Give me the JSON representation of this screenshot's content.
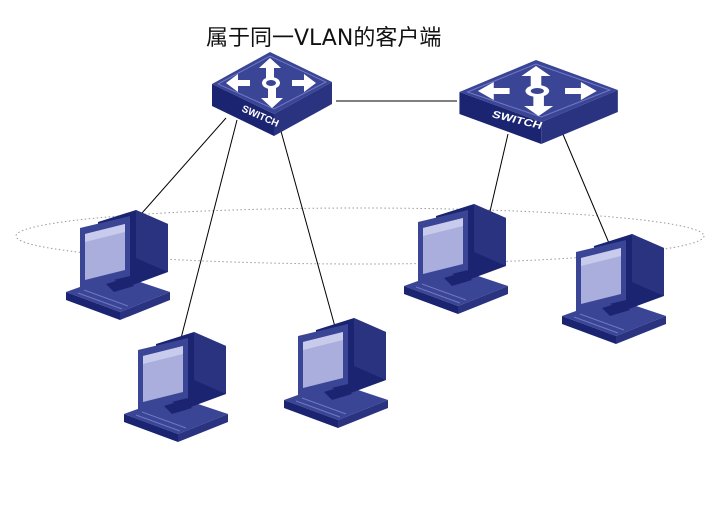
{
  "diagram": {
    "title": "属于同一VLAN的客户端",
    "switch_label": "SWITCH",
    "switches": [
      {
        "id": "switch-left",
        "label": "SWITCH"
      },
      {
        "id": "switch-right",
        "label": "SWITCH"
      }
    ],
    "computers": [
      {
        "id": "pc-left-top",
        "in_vlan": true
      },
      {
        "id": "pc-left-bottom",
        "in_vlan": false
      },
      {
        "id": "pc-center-bottom",
        "in_vlan": false
      },
      {
        "id": "pc-right-mid",
        "in_vlan": true
      },
      {
        "id": "pc-right-far",
        "in_vlan": true
      }
    ],
    "links": [
      {
        "from": "switch-left",
        "to": "switch-right"
      },
      {
        "from": "switch-left",
        "to": "pc-left-top"
      },
      {
        "from": "switch-left",
        "to": "pc-left-bottom"
      },
      {
        "from": "switch-left",
        "to": "pc-center-bottom"
      },
      {
        "from": "switch-right",
        "to": "pc-right-mid"
      },
      {
        "from": "switch-right",
        "to": "pc-right-far"
      }
    ],
    "vlan_group": {
      "style": "dotted-ellipse",
      "members": [
        "pc-left-top",
        "pc-right-mid",
        "pc-right-far"
      ]
    },
    "colors": {
      "device_dark": "#1b2470",
      "device_mid": "#3a4596",
      "device_light": "#6f78c2",
      "screen": "#a9aedd",
      "arrow": "#ffffff",
      "line": "#000000",
      "ellipse": "#9a9a9a"
    }
  }
}
